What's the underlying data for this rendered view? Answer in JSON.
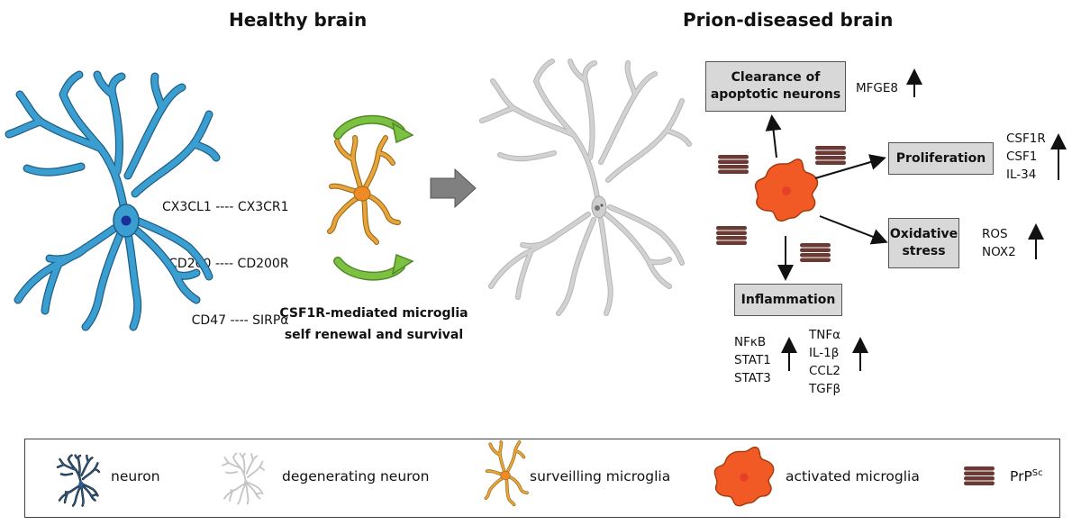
{
  "healthy": {
    "title": "Healthy brain",
    "pairs": [
      "CX3CL1 ---- CX3CR1",
      "CD200 ---- CD200R",
      "CD47 ---- SIRPα"
    ],
    "caption": [
      "CSF1R-mediated microglia",
      "self renewal and survival"
    ]
  },
  "diseased": {
    "title": "Prion-diseased brain",
    "clearance": {
      "label": [
        "Clearance of",
        "apoptotic neurons"
      ],
      "markers": [
        "MFGE8"
      ]
    },
    "proliferation": {
      "label": "Proliferation",
      "markers": [
        "CSF1R",
        "CSF1",
        "IL-34"
      ]
    },
    "oxidative": {
      "label": [
        "Oxidative",
        "stress"
      ],
      "markers": [
        "ROS",
        "NOX2"
      ]
    },
    "inflammation": {
      "label": "Inflammation",
      "markers_left": [
        "NFκB",
        "STAT1",
        "STAT3"
      ],
      "markers_right": [
        "TNFα",
        "IL-1β",
        "CCL2",
        "TGFβ"
      ]
    }
  },
  "legend": {
    "neuron": "neuron",
    "degenerating": "degenerating neuron",
    "surveilling": "surveilling microglia",
    "activated": "activated microglia",
    "prp_base": "PrP",
    "prp_sup": "Sc"
  },
  "colors": {
    "neuron": "#3a9fd0",
    "degenerating": "#c4c4c4",
    "surveilling": "#e7a53a",
    "activated": "#f15a24",
    "prp": "#6b3a34",
    "renewal_arrow": "#7cc142",
    "box_fill": "#d8d8d8"
  }
}
